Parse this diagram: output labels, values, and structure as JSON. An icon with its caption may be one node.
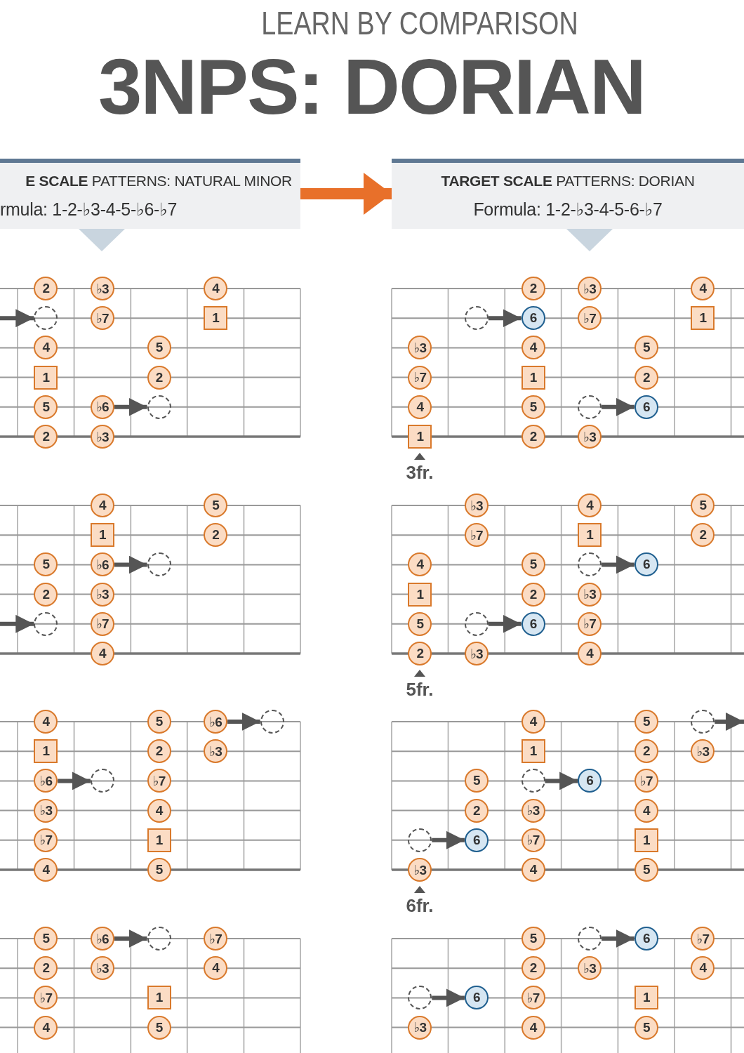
{
  "diagram": {
    "title": "3NPS: DORIAN",
    "nodes": [
      {
        "text": [
          "**E SCALE** PATTERNS: NATURAL MINOR",
          "rmula: 1-2-♭3-4-5-♭6-♭7"
        ]
      },
      {
        "text": [
          "**TARGET SCALE** PATTERNS: DORIAN",
          "Formula: 1-2-♭3-4-5-6-♭7"
        ]
      },
      {
        "text": [
          "2"
        ]
      },
      {
        "text": [
          "♭3"
        ]
      },
      {
        "text": [
          "4"
        ]
      },
      {
        "text": [],
        "shape": "circle"
      },
      {
        "text": [
          "♭7"
        ]
      },
      {
        "text": [
          "1"
        ]
      },
      {
        "text": [
          "4"
        ]
      },
      {
        "text": [
          "5"
        ]
      },
      {
        "text": [
          "1"
        ]
      },
      {
        "text": [
          "2"
        ]
      },
      {
        "text": [
          "5"
        ]
      },
      {
        "text": [
          "♭6"
        ]
      },
      {
        "text": [],
        "shape": "circle"
      },
      {
        "text": [
          "2"
        ]
      },
      {
        "text": [
          "♭3"
        ]
      },
      {
        "text": [
          "2"
        ]
      },
      {
        "text": [
          "♭3"
        ]
      },
      {
        "text": [
          "4"
        ]
      },
      {
        "text": [],
        "shape": "circle"
      },
      {
        "text": [
          "6"
        ]
      },
      {
        "text": [
          "♭7"
        ]
      },
      {
        "text": [
          "1"
        ]
      },
      {
        "text": [
          "♭3"
        ]
      },
      {
        "text": [
          "4"
        ]
      },
      {
        "text": [
          "5"
        ]
      },
      {
        "text": [
          "♭7"
        ]
      },
      {
        "text": [
          "1"
        ]
      },
      {
        "text": [
          "2"
        ]
      },
      {
        "text": [
          "4"
        ]
      },
      {
        "text": [
          "5"
        ]
      },
      {
        "text": [],
        "shape": "circle"
      },
      {
        "text": [
          "6"
        ]
      },
      {
        "text": [
          "1"
        ]
      },
      {
        "text": [
          "2"
        ]
      },
      {
        "text": [
          "♭3"
        ]
      },
      {
        "text": [
          "4"
        ]
      },
      {
        "text": [
          "5"
        ]
      },
      {
        "text": [
          "1"
        ]
      },
      {
        "text": [
          "2"
        ]
      },
      {
        "text": [
          "5"
        ]
      },
      {
        "text": [
          "♭6"
        ]
      },
      {
        "text": [],
        "shape": "circle"
      },
      {
        "text": [
          "2"
        ]
      },
      {
        "text": [
          "♭3"
        ]
      },
      {
        "text": [],
        "shape": "circle"
      },
      {
        "text": [
          "♭7"
        ]
      },
      {
        "text": [
          "4"
        ]
      },
      {
        "text": [
          "♭3"
        ]
      },
      {
        "text": [
          "4"
        ]
      },
      {
        "text": [
          "5"
        ]
      },
      {
        "text": [
          "♭7"
        ]
      },
      {
        "text": [
          "1"
        ]
      },
      {
        "text": [
          "2"
        ]
      },
      {
        "text": [
          "4"
        ]
      },
      {
        "text": [
          "5"
        ]
      },
      {
        "text": [],
        "shape": "circle"
      },
      {
        "text": [
          "6"
        ]
      },
      {
        "text": [
          "1"
        ]
      },
      {
        "text": [
          "2"
        ]
      },
      {
        "text": [
          "♭3"
        ]
      },
      {
        "text": [
          "5"
        ]
      },
      {
        "text": [],
        "shape": "circle"
      },
      {
        "text": [
          "6"
        ]
      },
      {
        "text": [
          "♭7"
        ]
      },
      {
        "text": [
          "2"
        ]
      },
      {
        "text": [
          "♭3"
        ]
      },
      {
        "text": [
          "4"
        ]
      },
      {
        "text": [
          "4"
        ]
      },
      {
        "text": [
          "5"
        ]
      },
      {
        "text": [
          "♭6"
        ]
      },
      {
        "text": [],
        "shape": "circle"
      },
      {
        "text": [
          "1"
        ]
      },
      {
        "text": [
          "2"
        ]
      },
      {
        "text": [
          "♭3"
        ]
      },
      {
        "text": [
          "♭6"
        ]
      },
      {
        "text": [],
        "shape": "circle"
      },
      {
        "text": [
          "♭7"
        ]
      },
      {
        "text": [
          "♭3"
        ]
      },
      {
        "text": [
          "4"
        ]
      },
      {
        "text": [
          "♭7"
        ]
      },
      {
        "text": [
          "1"
        ]
      },
      {
        "text": [
          "4"
        ]
      },
      {
        "text": [
          "5"
        ]
      },
      {
        "text": [
          "4"
        ]
      },
      {
        "text": [
          "5"
        ]
      },
      {
        "text": [],
        "shape": "circle"
      },
      {
        "text": [
          "1"
        ]
      },
      {
        "text": [
          "2"
        ]
      },
      {
        "text": [
          "♭3"
        ]
      },
      {
        "text": [
          "5"
        ]
      },
      {
        "text": [],
        "shape": "circle"
      },
      {
        "text": [
          "6"
        ]
      },
      {
        "text": [
          "♭7"
        ]
      },
      {
        "text": [
          "2"
        ]
      },
      {
        "text": [
          "♭3"
        ]
      },
      {
        "text": [
          "4"
        ]
      },
      {
        "text": [],
        "shape": "circle"
      },
      {
        "text": [
          "6"
        ]
      },
      {
        "text": [
          "♭7"
        ]
      },
      {
        "text": [
          "1"
        ]
      },
      {
        "text": [
          "♭3"
        ]
      },
      {
        "text": [
          "4"
        ]
      },
      {
        "text": [
          "5"
        ]
      },
      {
        "text": [
          "5"
        ]
      },
      {
        "text": [
          "♭6"
        ]
      },
      {
        "text": [],
        "shape": "circle"
      },
      {
        "text": [
          "♭7"
        ]
      },
      {
        "text": [
          "2"
        ]
      },
      {
        "text": [
          "♭3"
        ]
      },
      {
        "text": [
          "4"
        ]
      },
      {
        "text": [
          "♭7"
        ]
      },
      {
        "text": [
          "1"
        ]
      },
      {
        "text": [
          "4"
        ]
      },
      {
        "text": [
          "5"
        ]
      },
      {
        "text": [
          "5"
        ]
      },
      {
        "text": [],
        "shape": "circle"
      },
      {
        "text": [
          "6"
        ]
      },
      {
        "text": [
          "♭7"
        ]
      },
      {
        "text": [
          "2"
        ]
      },
      {
        "text": [
          "♭3"
        ]
      },
      {
        "text": [
          "4"
        ]
      },
      {
        "text": [],
        "shape": "circle"
      },
      {
        "text": [
          "6"
        ]
      },
      {
        "text": [
          "♭7"
        ]
      },
      {
        "text": [
          "1"
        ]
      },
      {
        "text": [
          "♭3"
        ]
      },
      {
        "text": [
          "4"
        ]
      },
      {
        "text": [
          "5"
        ]
      }
    ],
    "edges": [
      {
        "from": 0,
        "to": 1,
        "arrow": "to",
        "style": "thick",
        "color": "#e8702a"
      },
      {
        "from": null,
        "to": 5,
        "arrow": "to"
      },
      {
        "from": 13,
        "to": 14,
        "arrow": "to"
      },
      {
        "from": 20,
        "to": 21,
        "arrow": "to"
      },
      {
        "from": 32,
        "to": 33,
        "arrow": "to"
      },
      {
        "from": 42,
        "to": 43,
        "arrow": "to"
      },
      {
        "from": null,
        "to": 46,
        "arrow": "to"
      },
      {
        "from": 57,
        "to": 58,
        "arrow": "to"
      },
      {
        "from": 63,
        "to": 64,
        "arrow": "to"
      },
      {
        "from": 71,
        "to": 72,
        "arrow": "to"
      },
      {
        "from": 76,
        "to": 77,
        "arrow": "to"
      },
      {
        "from": 87,
        "to": null,
        "arrow": "to"
      },
      {
        "from": 92,
        "to": 93,
        "arrow": "to"
      },
      {
        "from": 98,
        "to": 99,
        "arrow": "to"
      },
      {
        "from": 106,
        "to": 107,
        "arrow": "to"
      },
      {
        "from": 117,
        "to": 118,
        "arrow": "to"
      },
      {
        "from": 123,
        "to": 124,
        "arrow": "to"
      }
    ],
    "labels": [
      "LEARN BY COMPARISON",
      "3fr.",
      "5fr.",
      "6fr."
    ]
  }
}
